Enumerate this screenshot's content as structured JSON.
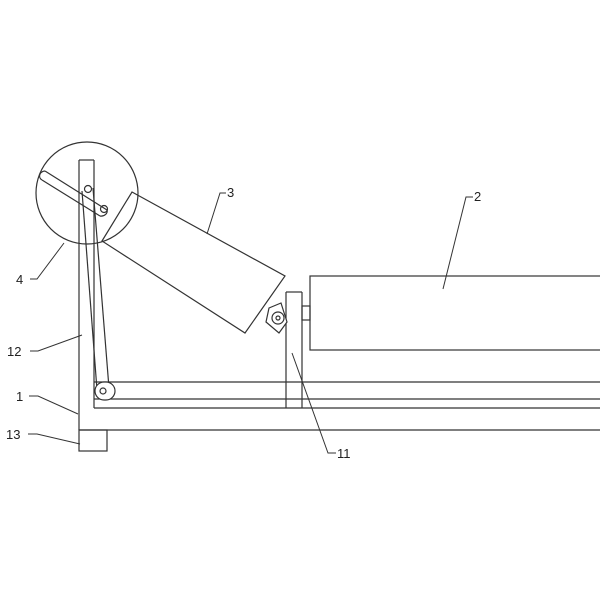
{
  "colors": {
    "line": "#333333",
    "background": "#ffffff"
  },
  "labels": {
    "l1": "1",
    "l2": "2",
    "l3": "3",
    "l4": "4",
    "l11": "11",
    "l12": "12",
    "l13": "13"
  }
}
